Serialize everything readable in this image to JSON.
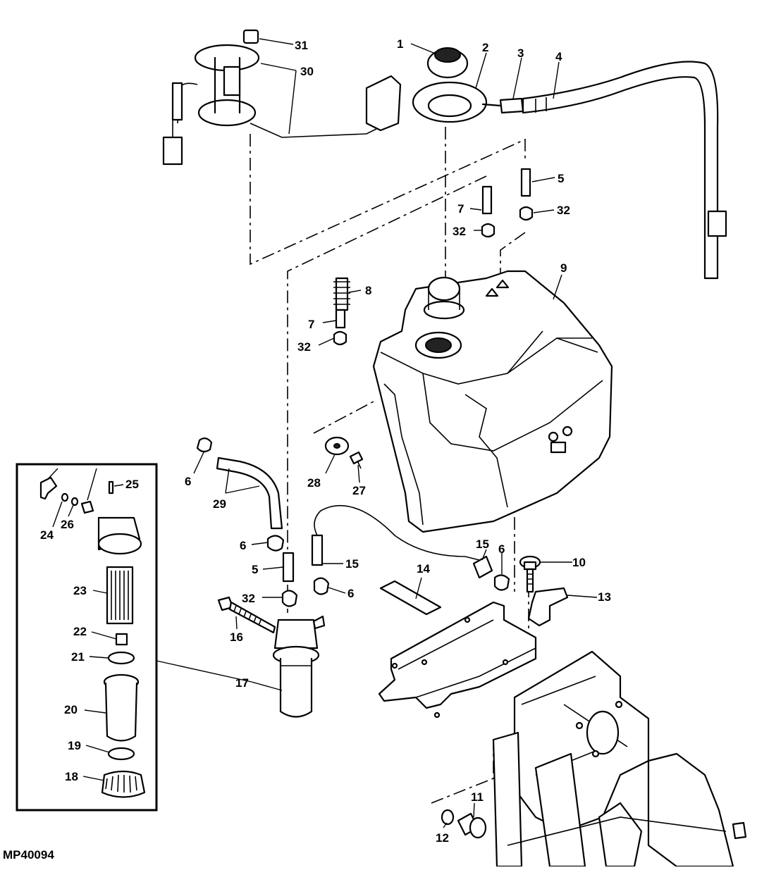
{
  "diagram_id": "MP40094",
  "labels": [
    {
      "id": "l1",
      "text": "1"
    },
    {
      "id": "l2",
      "text": "2"
    },
    {
      "id": "l3",
      "text": "3"
    },
    {
      "id": "l4",
      "text": "4"
    },
    {
      "id": "l5a",
      "text": "5"
    },
    {
      "id": "l5b",
      "text": "5"
    },
    {
      "id": "l6a",
      "text": "6"
    },
    {
      "id": "l6b",
      "text": "6"
    },
    {
      "id": "l6c",
      "text": "6"
    },
    {
      "id": "l6d",
      "text": "6"
    },
    {
      "id": "l7a",
      "text": "7"
    },
    {
      "id": "l7b",
      "text": "7"
    },
    {
      "id": "l8",
      "text": "8"
    },
    {
      "id": "l9",
      "text": "9"
    },
    {
      "id": "l10",
      "text": "10"
    },
    {
      "id": "l11",
      "text": "11"
    },
    {
      "id": "l12",
      "text": "12"
    },
    {
      "id": "l13",
      "text": "13"
    },
    {
      "id": "l14",
      "text": "14"
    },
    {
      "id": "l15a",
      "text": "15"
    },
    {
      "id": "l15b",
      "text": "15"
    },
    {
      "id": "l16",
      "text": "16"
    },
    {
      "id": "l17",
      "text": "17"
    },
    {
      "id": "l18",
      "text": "18"
    },
    {
      "id": "l19",
      "text": "19"
    },
    {
      "id": "l20",
      "text": "20"
    },
    {
      "id": "l21",
      "text": "21"
    },
    {
      "id": "l22",
      "text": "22"
    },
    {
      "id": "l23",
      "text": "23"
    },
    {
      "id": "l24",
      "text": "24"
    },
    {
      "id": "l25",
      "text": "25"
    },
    {
      "id": "l26",
      "text": "26"
    },
    {
      "id": "l27",
      "text": "27"
    },
    {
      "id": "l28",
      "text": "28"
    },
    {
      "id": "l29",
      "text": "29"
    },
    {
      "id": "l30",
      "text": "30"
    },
    {
      "id": "l31",
      "text": "31"
    },
    {
      "id": "l32a",
      "text": "32"
    },
    {
      "id": "l32b",
      "text": "32"
    },
    {
      "id": "l32c",
      "text": "32"
    },
    {
      "id": "l32d",
      "text": "32"
    }
  ]
}
